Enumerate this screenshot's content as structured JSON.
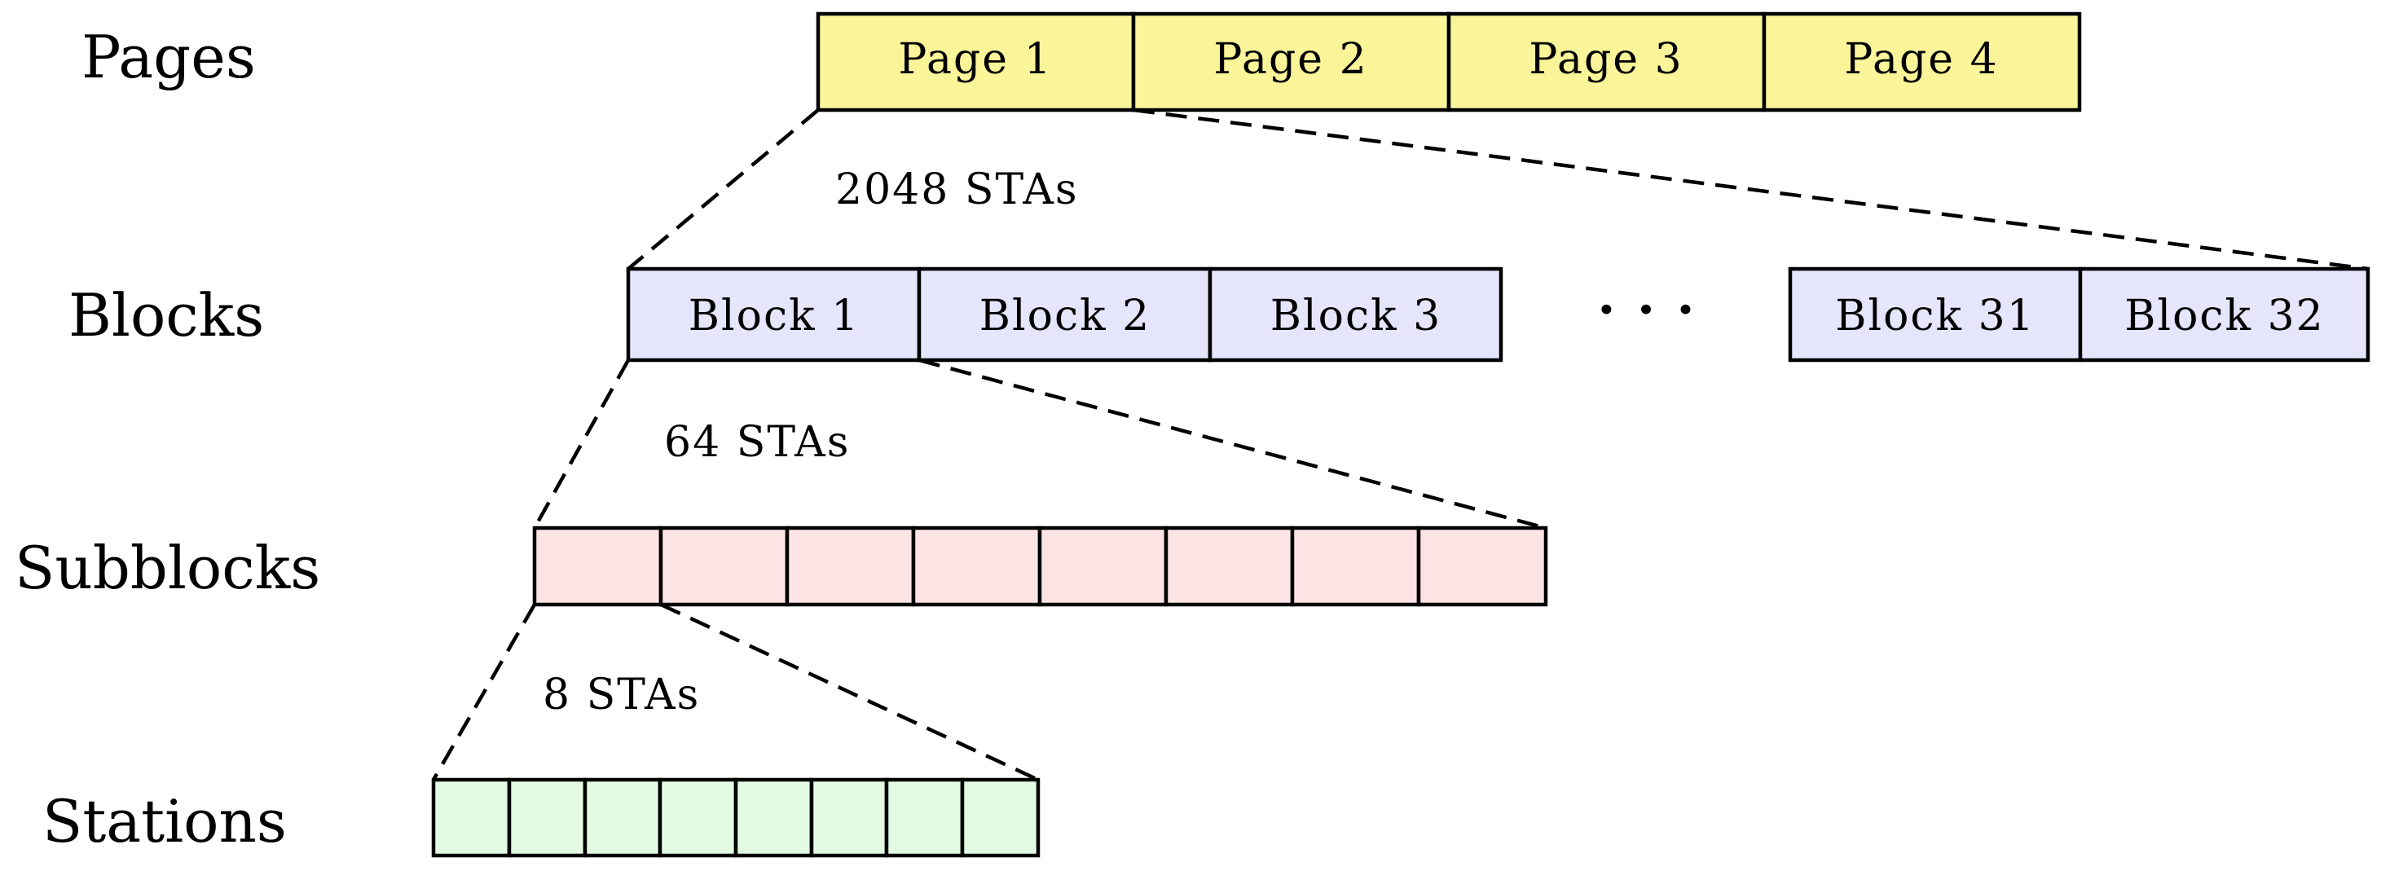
{
  "rows": {
    "pages": "Pages",
    "blocks": "Blocks",
    "subblocks": "Subblocks",
    "stations": "Stations"
  },
  "pages": [
    "Page 1",
    "Page 2",
    "Page 3",
    "Page 4"
  ],
  "blocks": [
    "Block 1",
    "Block 2",
    "Block 3",
    "Block 31",
    "Block 32"
  ],
  "ellipsis": "· · ·",
  "subblock_count": 8,
  "station_count": 8,
  "notes": {
    "page_size": "2048 STAs",
    "block_size": "64 STAs",
    "subblock_size": "8 STAs"
  },
  "colors": {
    "page_fill": "#fbf59a",
    "block_fill": "#e5e5fb",
    "subblock_fill": "#fde4e4",
    "station_fill": "#e3fbe3"
  }
}
